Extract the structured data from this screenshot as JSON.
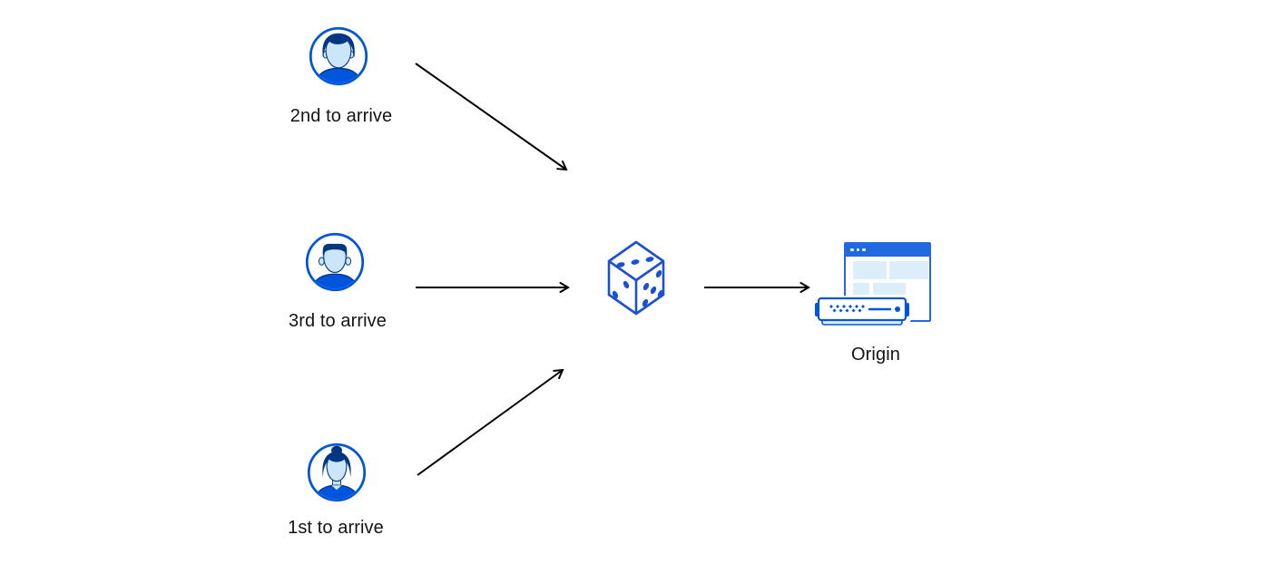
{
  "diagram": {
    "clients": [
      {
        "id": "client-2nd",
        "label": "2nd to arrive",
        "icon": "user-avatar-man-swept-hair-icon"
      },
      {
        "id": "client-3rd",
        "label": "3rd to arrive",
        "icon": "user-avatar-man-flat-top-icon"
      },
      {
        "id": "client-1st",
        "label": "1st to arrive",
        "icon": "user-avatar-woman-bun-icon"
      }
    ],
    "selector": {
      "id": "dice",
      "icon": "dice-icon"
    },
    "origin": {
      "id": "origin",
      "label": "Origin",
      "icon": "origin-server-icon"
    },
    "connections": [
      {
        "from": "client-2nd",
        "to": "dice"
      },
      {
        "from": "client-3rd",
        "to": "dice"
      },
      {
        "from": "client-1st",
        "to": "dice"
      },
      {
        "from": "dice",
        "to": "origin"
      }
    ]
  },
  "colors": {
    "primary_blue": "#0055dc",
    "navy": "#003682",
    "face_light_blue": "#cbe6f8",
    "dice_blue": "#1a4fd6",
    "window_blue": "#2268e0",
    "panel_light_blue": "#ddeefb",
    "arrow_black": "#000000",
    "background": "#ffffff"
  }
}
